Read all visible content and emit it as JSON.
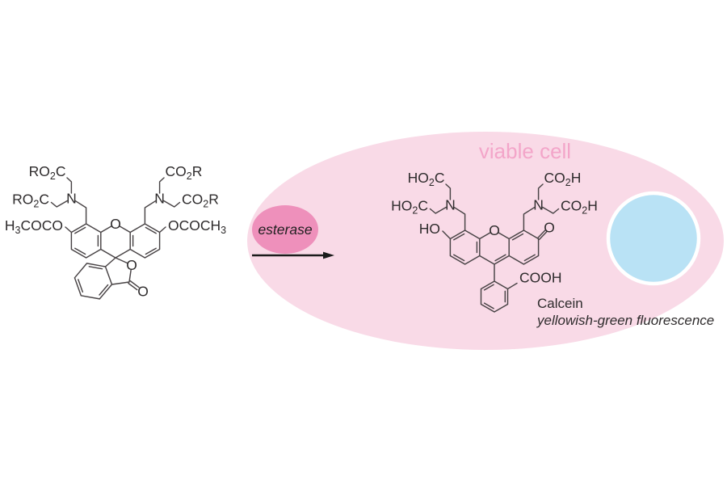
{
  "figure": {
    "viable_cell_label": "viable cell",
    "esterase_label": "esterase",
    "caption_name": "Calcein",
    "caption_fluorescence": "yellowish-green fluorescence"
  },
  "molecules": {
    "calcein_am": {
      "ester_top_left": {
        "pre": "RO",
        "sub": "2",
        "post": "C"
      },
      "ester_side_left": {
        "pre": "RO",
        "sub": "2",
        "post": "C"
      },
      "ester_top_right": {
        "pre": "CO",
        "sub": "2",
        "post": "R"
      },
      "ester_side_right": {
        "pre": "CO",
        "sub": "2",
        "post": "R"
      },
      "acetoxy_left": {
        "pre": "H",
        "sub": "3",
        "post": "COCO"
      },
      "acetoxy_right": {
        "pre": "OCOCH",
        "sub": "3",
        "post": ""
      },
      "n_left": "N",
      "n_right": "N",
      "o_pyran": "O",
      "o_lactone": "O",
      "o_carbonyl": "O"
    },
    "calcein": {
      "acid_top_left": {
        "pre": "HO",
        "sub": "2",
        "post": "C"
      },
      "acid_side_left": {
        "pre": "HO",
        "sub": "2",
        "post": "C"
      },
      "acid_top_right": {
        "pre": "CO",
        "sub": "2",
        "post": "H"
      },
      "acid_side_right": {
        "pre": "CO",
        "sub": "2",
        "post": "H"
      },
      "hydroxyl": "HO",
      "carboxyl": "COOH",
      "n_left": "N",
      "n_right": "N",
      "o_pyran": "O",
      "o_ketone": "O"
    }
  },
  "colors": {
    "background": "#ffffff",
    "cell_fill": "#f9dae7",
    "esterase_fill": "#ee90bb",
    "viable_cell_text": "#f3a5c9",
    "nucleus_fill": "#b9e2f5",
    "bond": "#484345",
    "label": "#2e2b2c",
    "arrow": "#1b1b1b"
  }
}
